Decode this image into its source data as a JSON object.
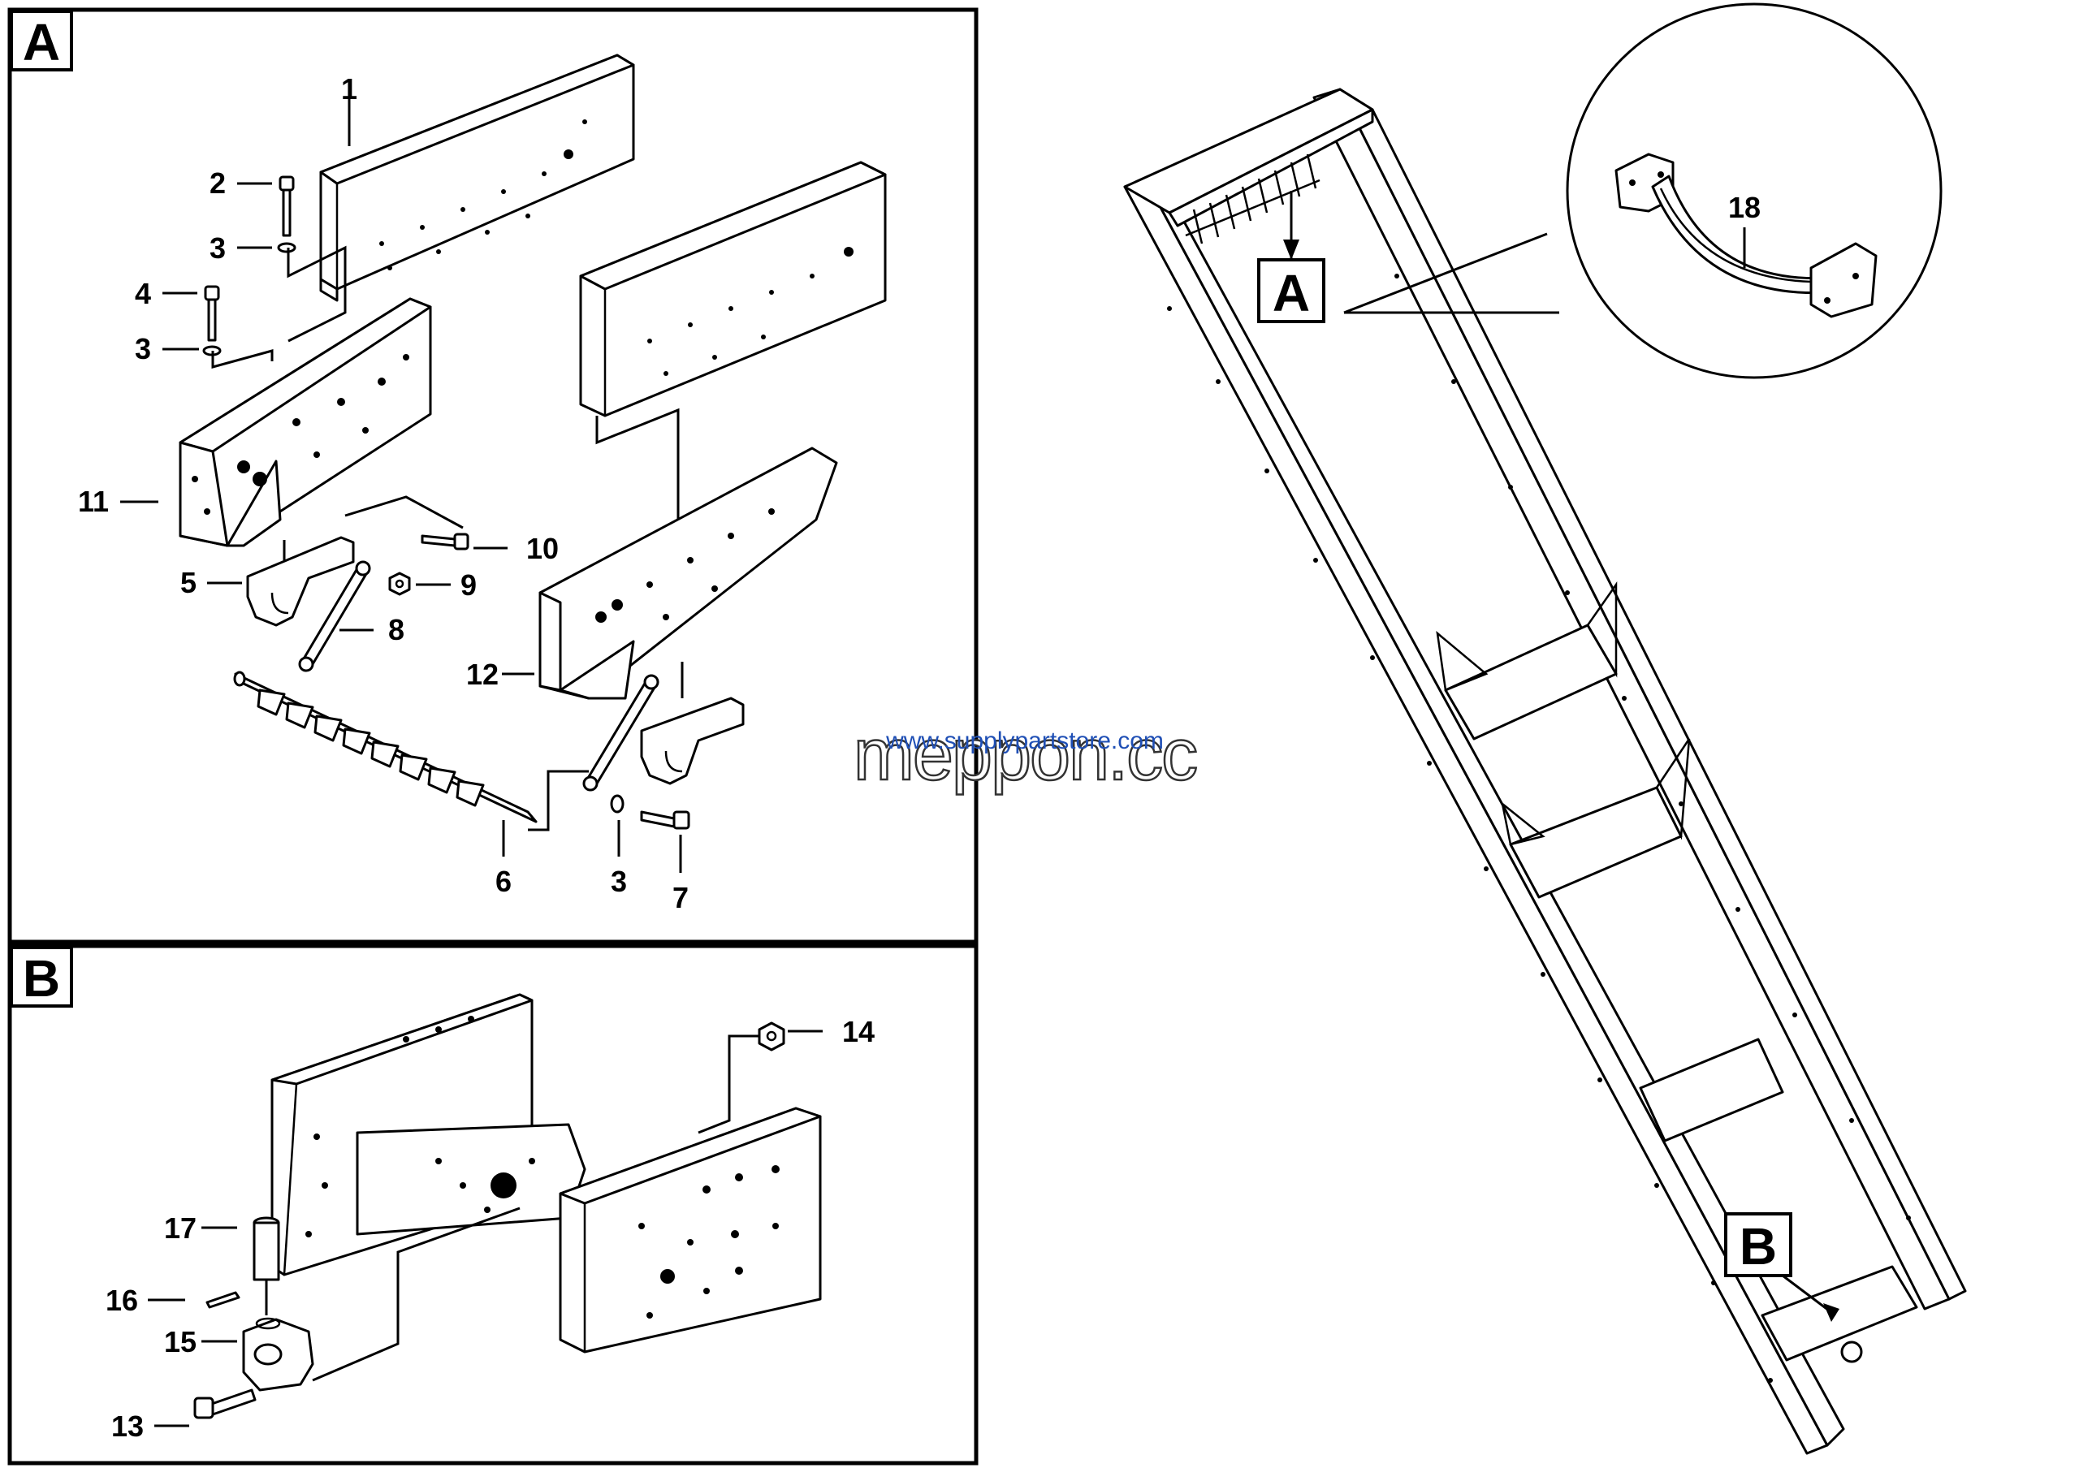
{
  "panels": {
    "a": {
      "letter": "A"
    },
    "b": {
      "letter": "B"
    }
  },
  "callouts": {
    "overview_a": "A",
    "overview_b": "B",
    "detail_18": "18"
  },
  "part_numbers": {
    "p1": "1",
    "p2": "2",
    "p3a": "3",
    "p4": "4",
    "p3b": "3",
    "p11": "11",
    "p10": "10",
    "p5": "5",
    "p9": "9",
    "p8": "8",
    "p12": "12",
    "p6": "6",
    "p3c": "3",
    "p7": "7",
    "p14": "14",
    "p17": "17",
    "p16": "16",
    "p15": "15",
    "p13": "13"
  },
  "watermark": {
    "large": "meppon.cc",
    "small": "www.supplypartstore.com"
  },
  "colors": {
    "line": "#000000",
    "background": "#ffffff",
    "watermark_small": "#1f4fb5"
  }
}
